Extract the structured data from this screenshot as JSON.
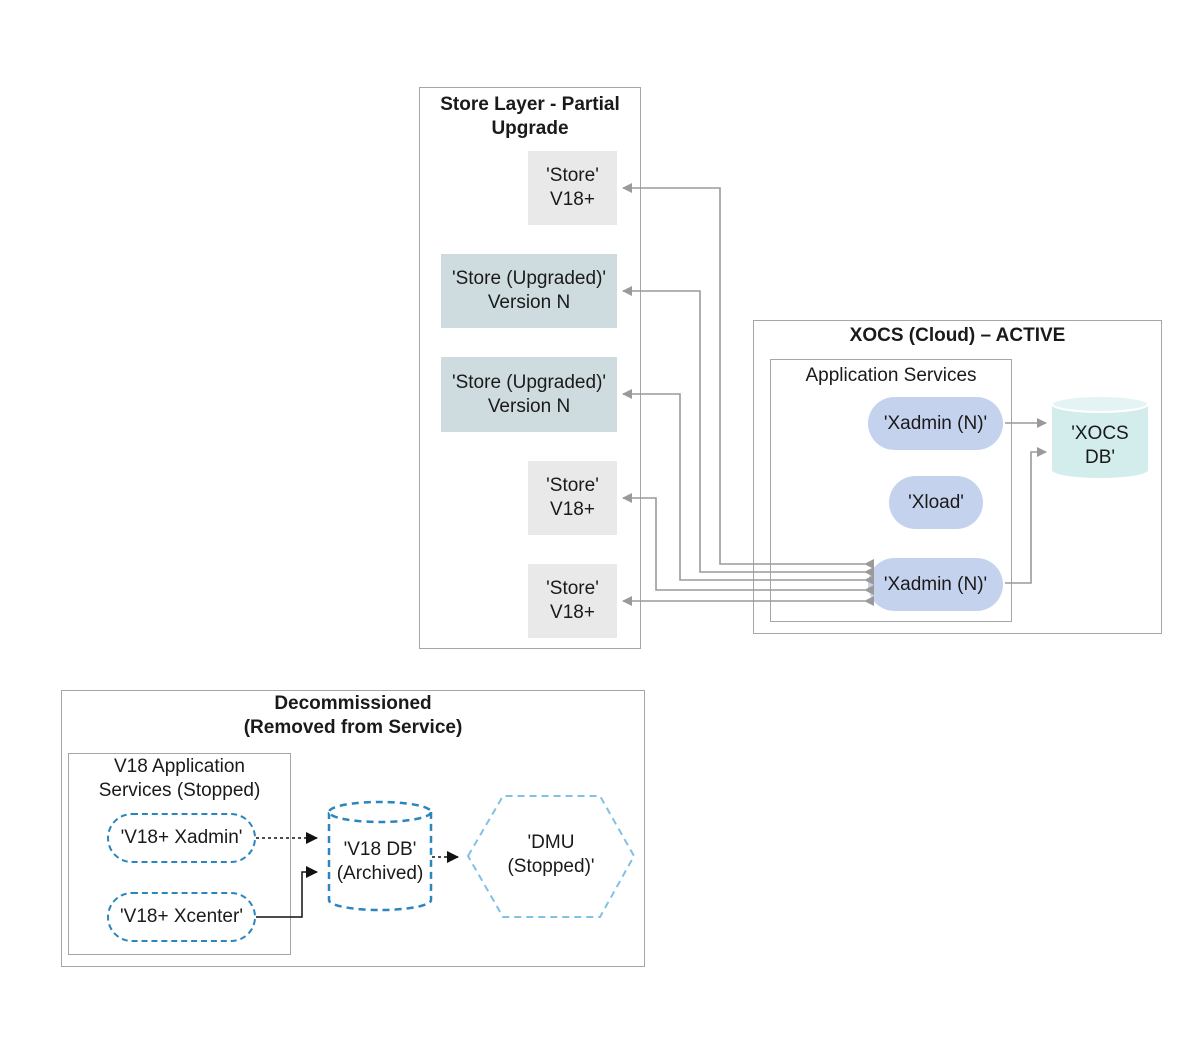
{
  "store_layer": {
    "title": "Store Layer - Partial\nUpgrade",
    "nodes": [
      {
        "label": "'Store'\nV18+",
        "kind": "store"
      },
      {
        "label": "'Store (Upgraded)'\nVersion N",
        "kind": "upgraded"
      },
      {
        "label": "'Store (Upgraded)'\nVersion N",
        "kind": "upgraded"
      },
      {
        "label": "'Store'\nV18+",
        "kind": "store"
      },
      {
        "label": "'Store'\nV18+",
        "kind": "store"
      }
    ]
  },
  "xocs": {
    "title": "XOCS (Cloud) – ACTIVE",
    "app_services_title": "Application Services",
    "xadmin_top": "'Xadmin (N)'",
    "xload": "'Xload'",
    "xadmin_bottom": "'Xadmin (N)'",
    "db": "'XOCS\nDB'"
  },
  "decommissioned": {
    "title": "Decommissioned\n(Removed from Service)",
    "v18_app_title": "V18 Application\nServices (Stopped)",
    "v18_xadmin": "'V18+ Xadmin'",
    "v18_xcenter": "'V18+ Xcenter'",
    "v18_db": "'V18 DB'\n(Archived)",
    "dmu": "'DMU\n(Stopped)'"
  },
  "colors": {
    "frame": "#a6a6a6",
    "arrow": "#9a9a9a",
    "store_fill": "#e9e9e9",
    "upgraded_fill": "#cfdcdf",
    "pill_fill": "#c5d2ee",
    "db_fill": "#d3ecec",
    "dashed_blue": "#2a86bd",
    "hex_blue": "#7fc2e3"
  },
  "icons": [
    "arrow-head-icon",
    "database-cylinder-icon",
    "hexagon-icon"
  ]
}
